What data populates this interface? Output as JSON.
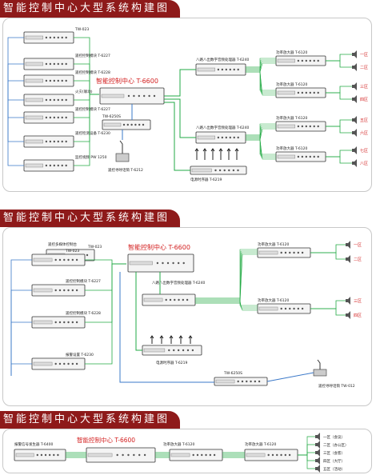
{
  "sections": [
    {
      "title": "智能控制中心大型系统构建图",
      "center": "智能控制中心 T-6600",
      "devices": [
        {
          "label": "TW-023"
        },
        {
          "label": "遥控控制模块 T-6227"
        },
        {
          "label": "遥控控制模块 T-6228"
        },
        {
          "label": "火灾(联动)"
        },
        {
          "label": "遥控控制模块 T-6227"
        },
        {
          "label": "遥控检测设备 T-6230"
        },
        {
          "label": "监控视频 PW 1250"
        },
        {
          "label": "八路八出数字音频处理器 T-6240"
        },
        {
          "label": "八路八出数字音频处理器 T-6240"
        },
        {
          "label": "电源时序器 T-6219"
        },
        {
          "label": "TW-6250S"
        },
        {
          "label": "遥控寻呼话筒 T-6212"
        },
        {
          "label": "功率放大器 T-6120"
        },
        {
          "label": "功率放大器 T-6120"
        },
        {
          "label": "功率放大器 T-6120"
        },
        {
          "label": "功率放大器 T-6120"
        }
      ],
      "zones": [
        "一区",
        "二区",
        "三区",
        "四区",
        "五区",
        "六区",
        "七区",
        "八区"
      ]
    },
    {
      "title": "智能控制中心大型系统构建图",
      "center": "智能控制中心 T-6600",
      "devices": [
        {
          "label": "遥控多媒体控制台"
        },
        {
          "label": "TW-023"
        },
        {
          "label": "遥控控制模块 T-6227"
        },
        {
          "label": "遥控控制模块 T-6228"
        },
        {
          "label": "报警设置 T-6230"
        },
        {
          "label": "八路八出数字音频处理器 T-6240"
        },
        {
          "label": "电源时序器 T-6219"
        },
        {
          "label": "TW-6250S"
        },
        {
          "label": "遥控寻呼话筒 TW-012"
        },
        {
          "label": "功率放大器 T-6120"
        },
        {
          "label": "功率放大器 T-6120"
        }
      ],
      "zones": [
        "一区",
        "二区",
        "三区",
        "四区"
      ]
    },
    {
      "title": "智能控制中心大型系统构建图",
      "center": "智能控制中心 T-6600",
      "devices": [
        {
          "label": "报警信号发生器 T-6400"
        },
        {
          "label": "功率放大器 T-6120"
        },
        {
          "label": "功率放大器 T-6120"
        }
      ],
      "zones": [
        "一区（会议）",
        "二区（办公区）",
        "三区（会客）",
        "四区（大厅）",
        "五区（活动）"
      ]
    }
  ],
  "colors": {
    "banner": "#8e1a1a",
    "wire_green": "#22aa44",
    "wire_blue": "#3a78c8",
    "accent_red": "#d32020"
  }
}
